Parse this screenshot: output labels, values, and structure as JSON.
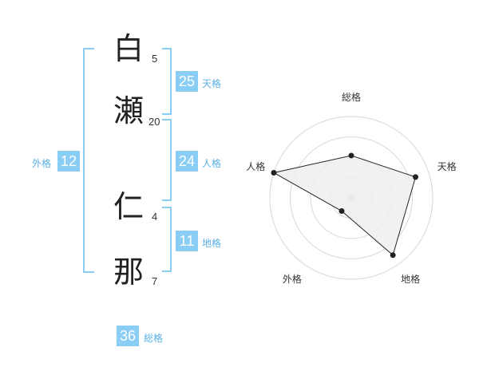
{
  "name_chars": [
    {
      "char": "白",
      "strokes": "5"
    },
    {
      "char": "瀬",
      "strokes": "20"
    },
    {
      "char": "仁",
      "strokes": "4"
    },
    {
      "char": "那",
      "strokes": "7"
    }
  ],
  "fortunes": {
    "tenkaku": {
      "value": "25",
      "label": "天格"
    },
    "jinkaku": {
      "value": "24",
      "label": "人格"
    },
    "chikaku": {
      "value": "11",
      "label": "地格"
    },
    "gaikaku": {
      "value": "12",
      "label": "外格"
    },
    "soukaku": {
      "value": "36",
      "label": "総格"
    }
  },
  "chart_data": {
    "type": "radar",
    "axes": [
      "総格",
      "天格",
      "地格",
      "外格",
      "人格"
    ],
    "values": [
      0.52,
      0.83,
      0.87,
      0.2,
      1.0
    ],
    "rings": 4,
    "colors": {
      "fill": "#efefef",
      "stroke": "#222222",
      "grid": "#d8d8d8",
      "center": "#bbbbbb"
    }
  },
  "colors": {
    "accent": "#8acdf5"
  }
}
